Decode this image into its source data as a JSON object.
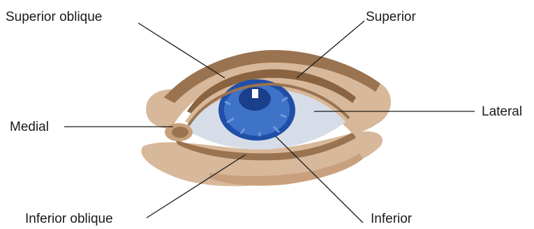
{
  "labels": {
    "superior_oblique": "Superior oblique",
    "superior": "Superior",
    "medial": "Medial",
    "lateral": "Lateral",
    "inferior_oblique": "Inferior oblique",
    "inferior": "Inferior"
  },
  "colors": {
    "skin_light": "#d8b89a",
    "skin_mid": "#c9a07e",
    "brow_dark": "#9a7350",
    "lid_crease": "#8a6440",
    "sclera": "#d6dde8",
    "iris_dark": "#1f4fa8",
    "iris_mid": "#3f73c8",
    "iris_light": "#7aa3dc",
    "pupil": "#1a3f8c",
    "highlight": "#ffffff",
    "line": "#1a1a1a"
  }
}
